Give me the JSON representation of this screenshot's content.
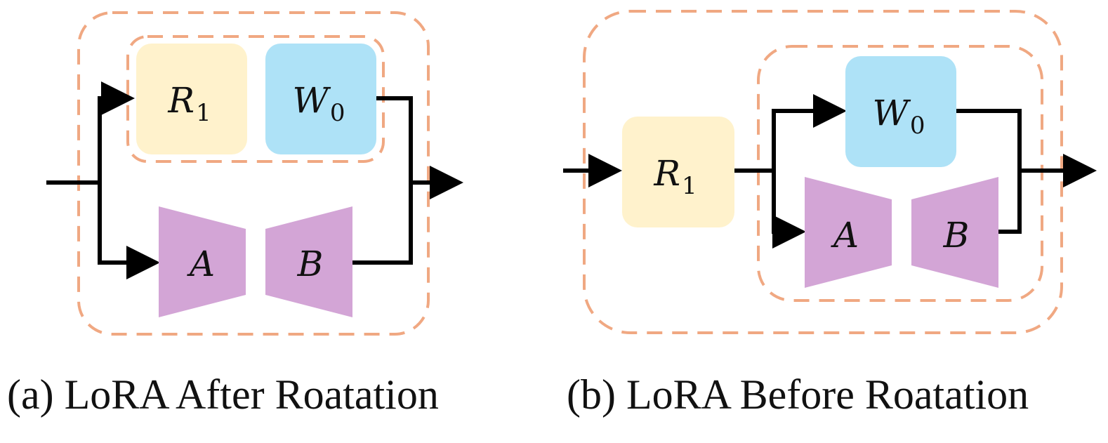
{
  "panel_a": {
    "caption": "(a) LoRA After Roatation",
    "r1": {
      "symbol": "R",
      "subscript": "1"
    },
    "w0": {
      "symbol": "W",
      "subscript": "0"
    },
    "a_label": "A",
    "b_label": "B"
  },
  "panel_b": {
    "caption": "(b) LoRA Before Roatation",
    "r1": {
      "symbol": "R",
      "subscript": "1"
    },
    "w0": {
      "symbol": "W",
      "subscript": "0"
    },
    "a_label": "A",
    "b_label": "B"
  },
  "colors": {
    "r1_fill": "#FFF2CC",
    "w0_fill": "#AEE2F7",
    "lora_fill": "#D3A5D6",
    "dashed_border": "#F0A882",
    "line": "#000000"
  }
}
